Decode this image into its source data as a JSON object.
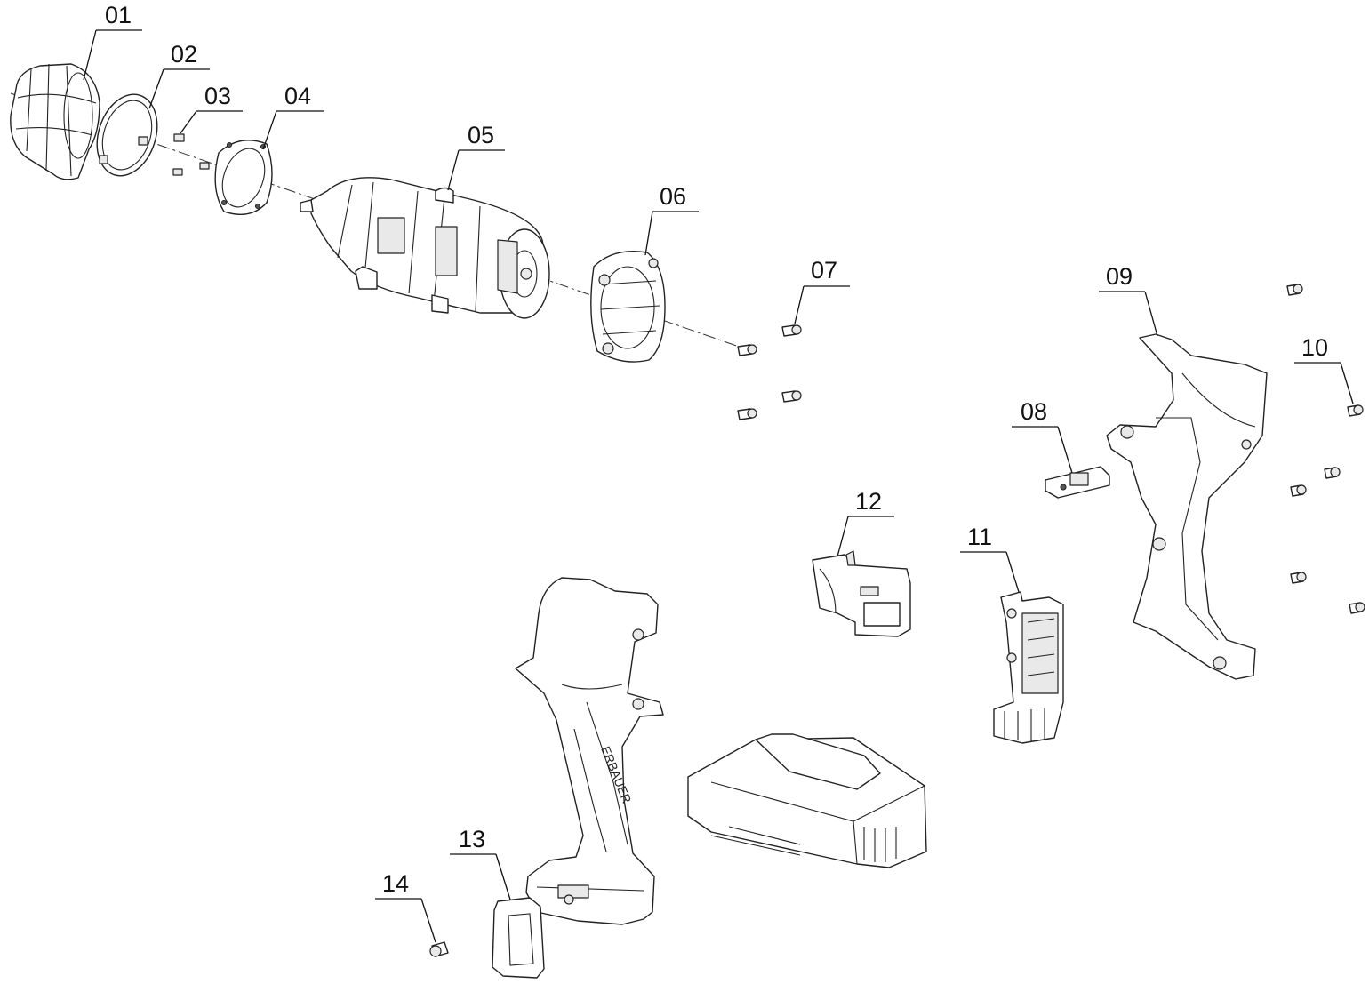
{
  "diagram": {
    "callouts": [
      {
        "id": "01",
        "label": "01"
      },
      {
        "id": "02",
        "label": "02"
      },
      {
        "id": "03",
        "label": "03"
      },
      {
        "id": "04",
        "label": "04"
      },
      {
        "id": "05",
        "label": "05"
      },
      {
        "id": "06",
        "label": "06"
      },
      {
        "id": "07",
        "label": "07"
      },
      {
        "id": "08",
        "label": "08"
      },
      {
        "id": "09",
        "label": "09"
      },
      {
        "id": "10",
        "label": "10"
      },
      {
        "id": "11",
        "label": "11"
      },
      {
        "id": "12",
        "label": "12"
      },
      {
        "id": "13",
        "label": "13"
      },
      {
        "id": "14",
        "label": "14"
      }
    ],
    "grip_text": "ERBAUER",
    "colors": {
      "line": "#222222",
      "background": "#ffffff"
    }
  }
}
